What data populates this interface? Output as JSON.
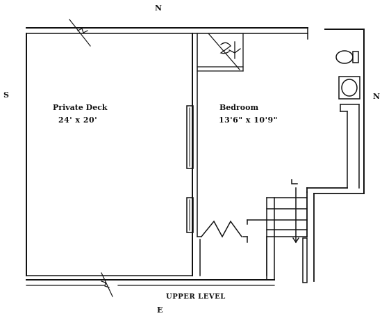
{
  "compass": {
    "top": "N",
    "left": "S",
    "right": "N",
    "bottom": "E"
  },
  "rooms": [
    {
      "name": "Private Deck",
      "dims": "24' x 20'"
    },
    {
      "name": "Bedroom",
      "dims": "13'6\" x 10'9\""
    }
  ],
  "stairs": {
    "direction_mark": "↓"
  },
  "level_label": "UPPER LEVEL",
  "colors": {
    "ink": "#111111",
    "paper": "#ffffff"
  }
}
